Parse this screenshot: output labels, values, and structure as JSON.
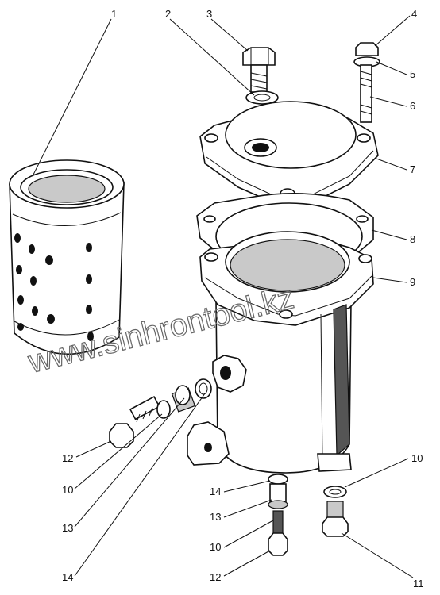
{
  "watermark": "www.sinhrontool.kz",
  "callouts": [
    {
      "id": "c1",
      "text": "1"
    },
    {
      "id": "c2",
      "text": "2"
    },
    {
      "id": "c3",
      "text": "3"
    },
    {
      "id": "c4",
      "text": "4"
    },
    {
      "id": "c5",
      "text": "5"
    },
    {
      "id": "c6",
      "text": "6"
    },
    {
      "id": "c7",
      "text": "7"
    },
    {
      "id": "c8",
      "text": "8"
    },
    {
      "id": "c9",
      "text": "9"
    },
    {
      "id": "c10a",
      "text": "10"
    },
    {
      "id": "c12a",
      "text": "12"
    },
    {
      "id": "c10b",
      "text": "10"
    },
    {
      "id": "c13a",
      "text": "13"
    },
    {
      "id": "c14a",
      "text": "14"
    },
    {
      "id": "c14b",
      "text": "14"
    },
    {
      "id": "c13b",
      "text": "13"
    },
    {
      "id": "c10c",
      "text": "10"
    },
    {
      "id": "c12b",
      "text": "12"
    },
    {
      "id": "c11",
      "text": "11"
    }
  ]
}
